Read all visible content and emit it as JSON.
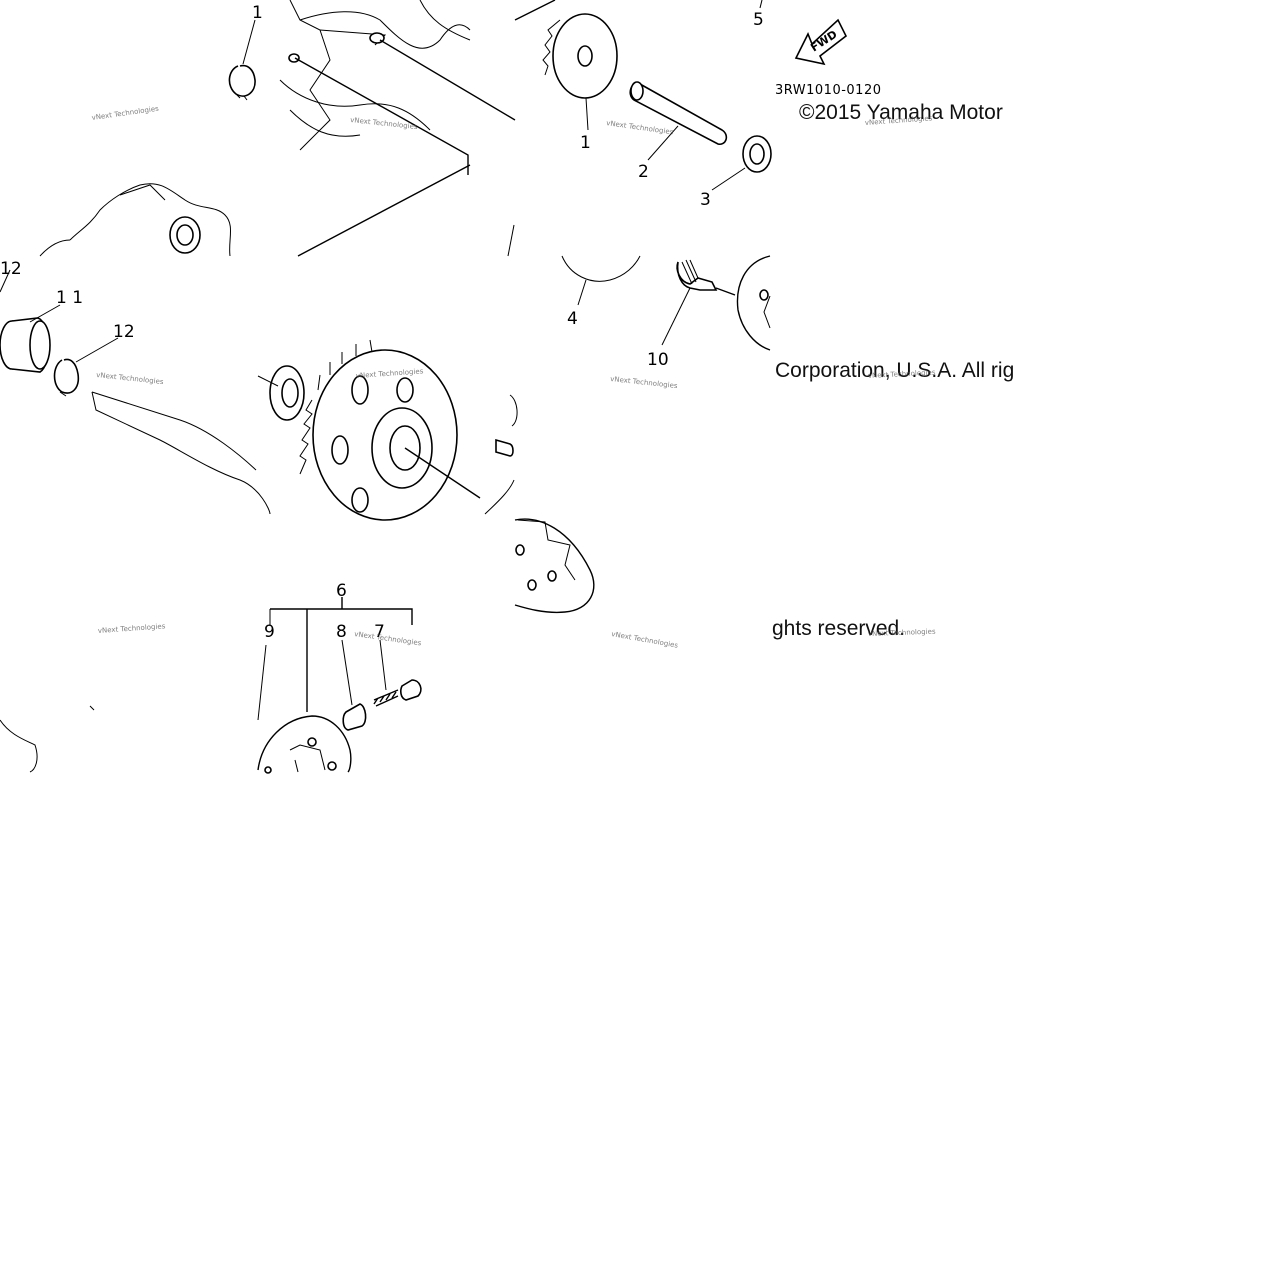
{
  "diagram": {
    "drawing_code": "3RW1010-0120",
    "fwd_label": "FWD",
    "copyright_line1": "©2015 Yamaha Motor",
    "copyright_line2": "Corporation, U.S.A. All rig",
    "copyright_line3": "ghts reserved.",
    "watermark": "vNext Technologies",
    "callouts": {
      "c1_top": "1",
      "c1_gear": "1",
      "c2": "2",
      "c3": "3",
      "c4": "4",
      "c5": "5",
      "c6": "6",
      "c7": "7",
      "c8": "8",
      "c9": "9",
      "c10": "10",
      "c11": "1 1",
      "c12_left": "12",
      "c12": "12"
    }
  }
}
